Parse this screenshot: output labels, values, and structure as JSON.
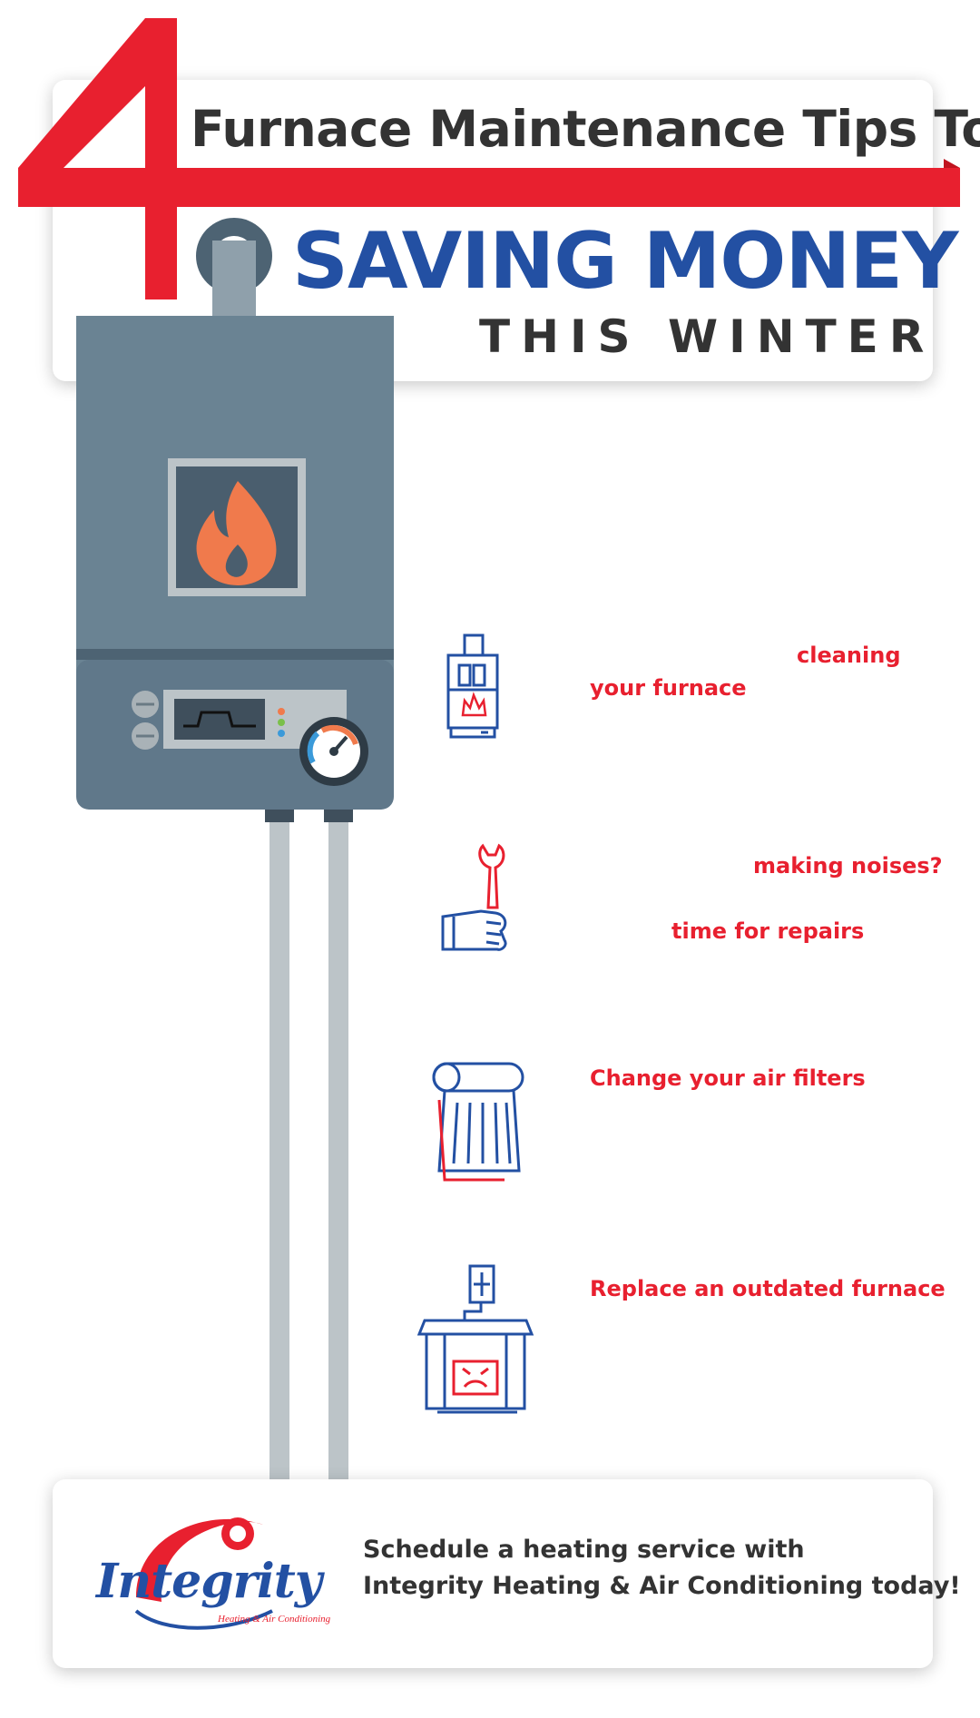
{
  "header": {
    "number": "4",
    "line1": "Furnace Maintenance Tips To",
    "line2": "SAVING MONEY",
    "line3": "THIS WINTER"
  },
  "tips": [
    {
      "icon": "furnace-cleaning-icon",
      "text_a": "cleaning",
      "text_b": "your furnace"
    },
    {
      "icon": "wrench-hand-icon",
      "text_a": "making noises?",
      "text_b": "time for repairs"
    },
    {
      "icon": "air-filter-icon",
      "text_a": "Change your air filters"
    },
    {
      "icon": "outdated-furnace-icon",
      "text_a": "Replace an outdated furnace"
    }
  ],
  "footer": {
    "logo_name": "Integrity",
    "logo_tagline": "Heating & Air Conditioning",
    "line1": "Schedule a heating service with",
    "line2": "Integrity Heating & Air Conditioning today!"
  },
  "colors": {
    "red": "#e8202f",
    "blue": "#2350a3",
    "dark_text": "#333333",
    "furnace_body": "#6a8393",
    "flame": "#f07a4c",
    "pipe": "#bcc4c8"
  }
}
